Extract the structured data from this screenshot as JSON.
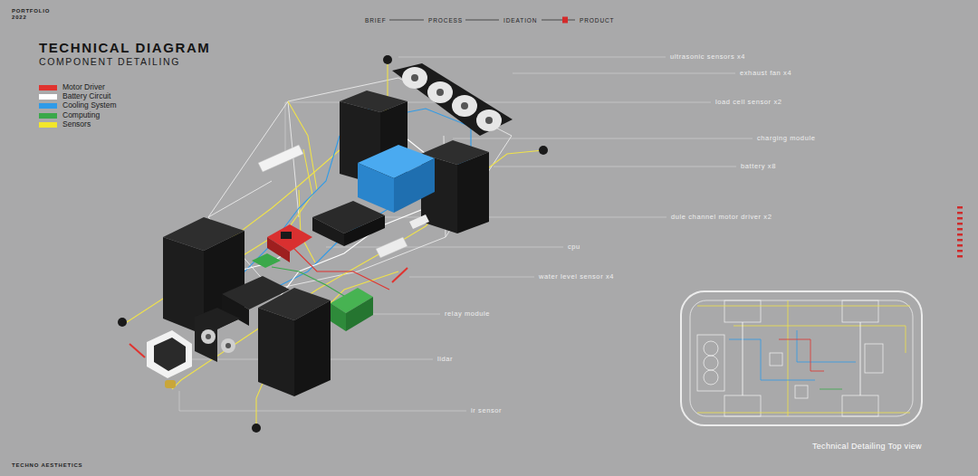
{
  "diagram": {
    "title": "TECHNICAL DIAGRAM",
    "caption": "COMPONENT DETAILING",
    "labels": [
      "PORTFOLIO",
      "2022",
      "BRIEF",
      "PROCESS",
      "IDEATION",
      "PRODUCT",
      "ultrasonic sensors x4",
      "exhaust fan x4",
      "load cell sensor x2",
      "charging module",
      "battery x8",
      "dule channel motor driver x2",
      "cpu",
      "water level sensor x4",
      "relay module",
      "lidar",
      "ir sensor",
      "Technical Detailing Top view",
      "TECHNO AESTHETICS"
    ],
    "legend": [
      {
        "text": "Motor Driver",
        "color": "#e0332f"
      },
      {
        "text": "Battery Circuit",
        "color": "#ffffff"
      },
      {
        "text": "Cooling System",
        "color": "#2f9be8"
      },
      {
        "text": "Computing",
        "color": "#3aa84a"
      },
      {
        "text": "Sensors",
        "color": "#f2e62a"
      }
    ]
  }
}
